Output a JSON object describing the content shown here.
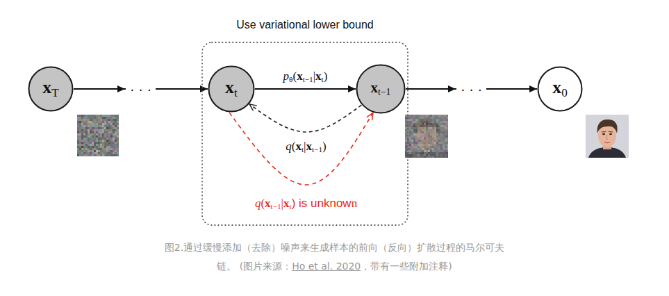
{
  "diagram": {
    "caption": "图2.通过缓慢添加（去除）噪声来生成样本的前向（反向）扩散过程的马尔可夫链。 (图片来源：Ho et al. 2020，带有一些附加注释)",
    "nodes": [
      {
        "text": [
          "xT"
        ]
      },
      {
        "text": [
          "Use variational lower bound"
        ]
      },
      {
        "text": [
          "xt"
        ],
        "in": 1
      },
      {
        "text": [
          "xt−1"
        ],
        "in": 1
      },
      {
        "text": [
          "x0"
        ]
      }
    ],
    "edges": [
      {
        "from": 0,
        "to": 2,
        "arrow": "to",
        "label": "· · ·"
      },
      {
        "from": 2,
        "to": 3,
        "arrow": "to",
        "label": "pθ(xt−1|xt)"
      },
      {
        "from": 3,
        "to": 2,
        "arrow": "to",
        "label": "q(xt|xt−1)"
      },
      {
        "from": 2,
        "to": 3,
        "arrow": "to",
        "label": "q(xt−1|xt) is unknown"
      },
      {
        "from": 3,
        "to": 4,
        "arrow": "to",
        "label": "· · ·"
      }
    ]
  }
}
